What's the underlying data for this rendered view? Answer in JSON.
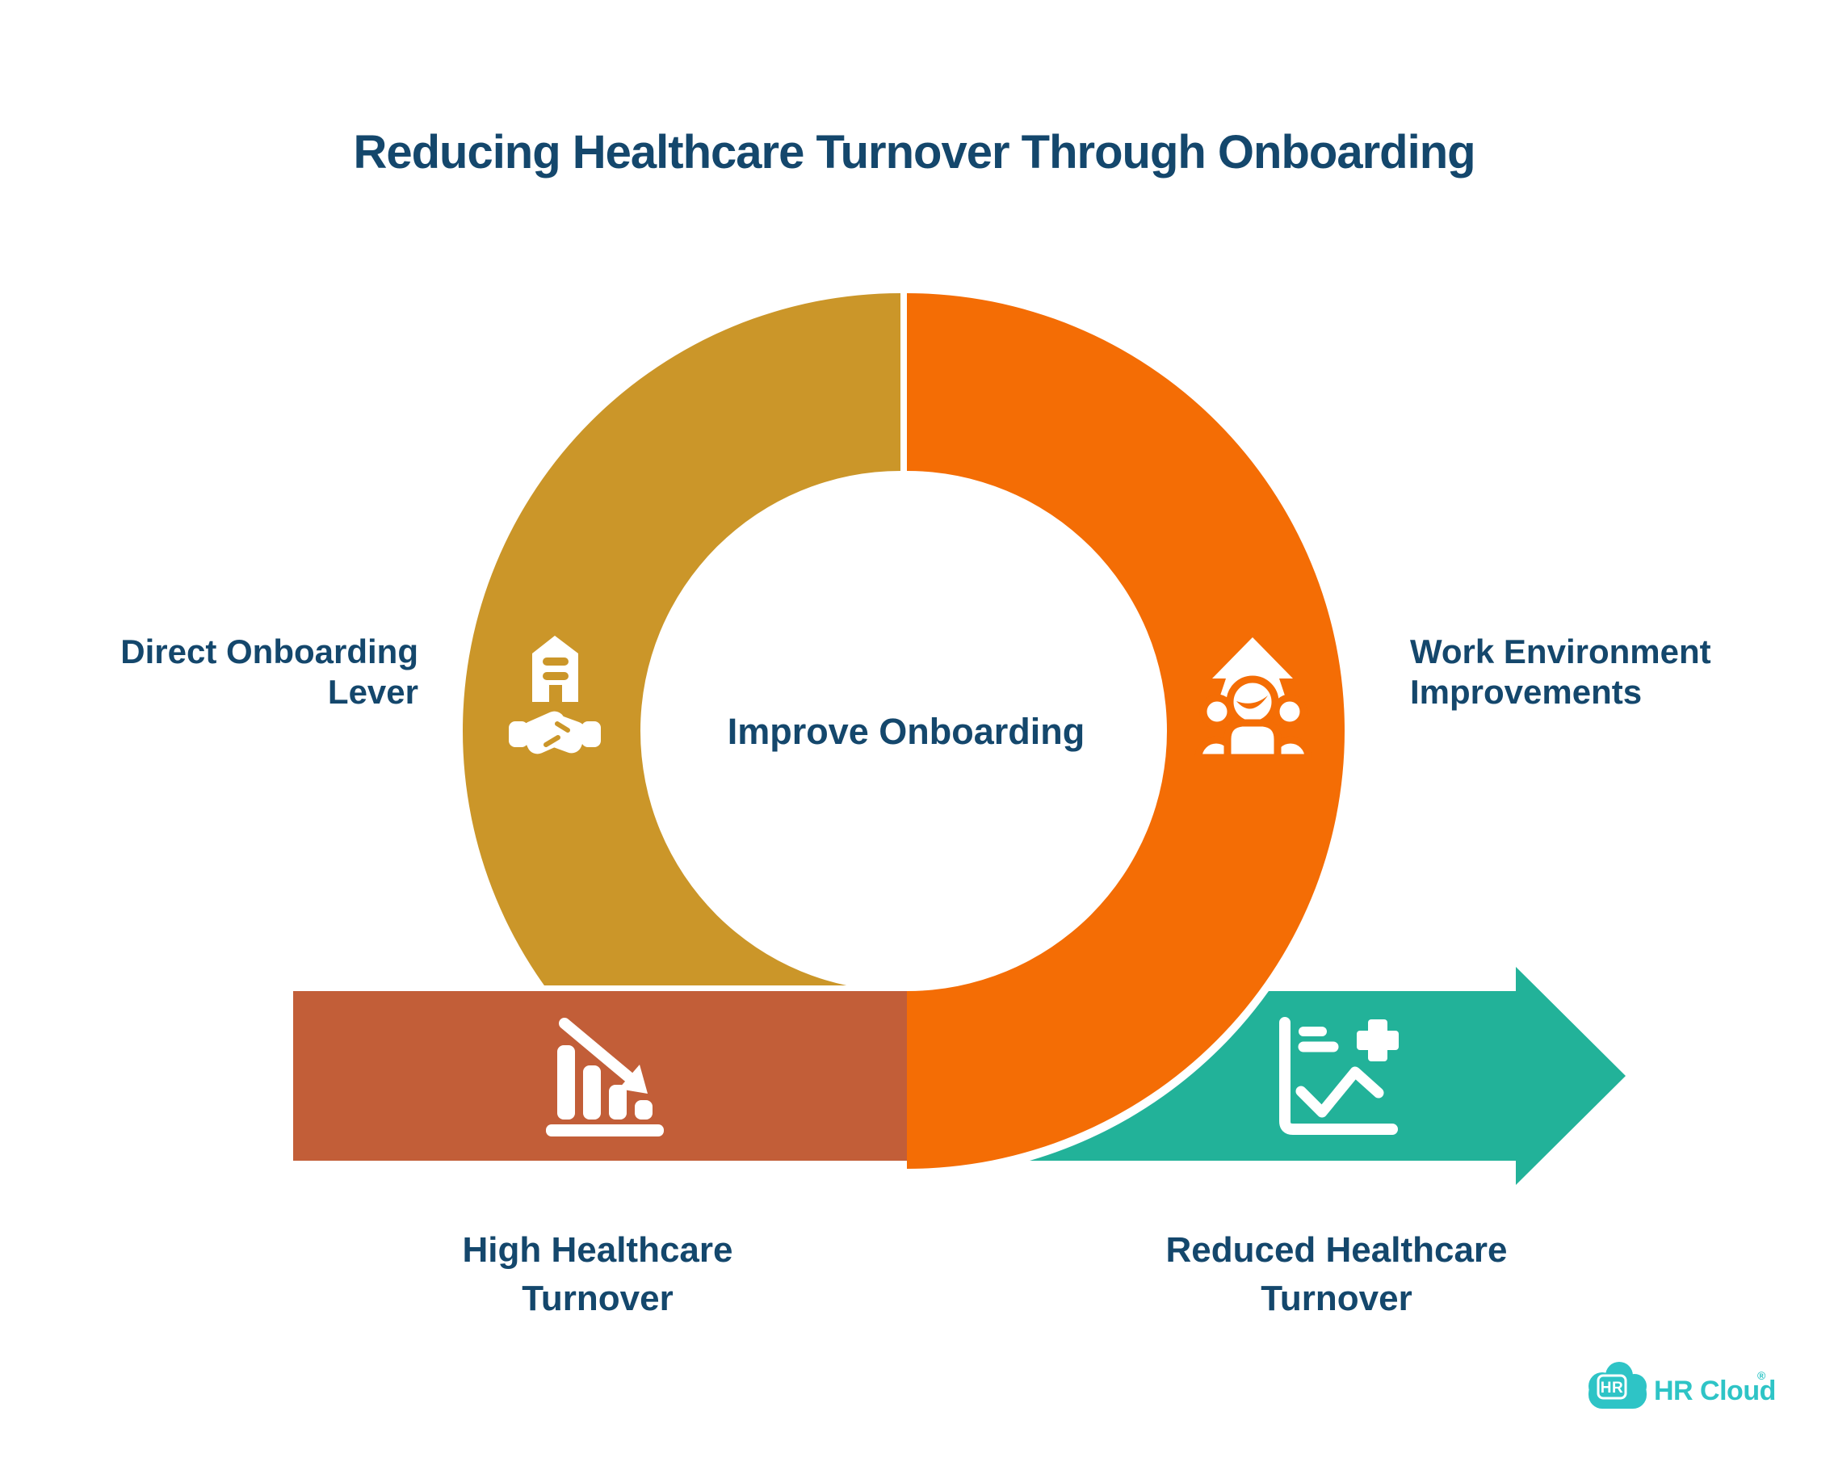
{
  "title": "Reducing Healthcare Turnover Through Onboarding",
  "ring": {
    "center_label": "Improve Onboarding"
  },
  "labels": {
    "direct_onboarding": {
      "line1": "Direct Onboarding",
      "line2": "Lever"
    },
    "work_environment": {
      "line1": "Work Environment",
      "line2": "Improvements"
    },
    "high_turnover": {
      "line1": "High Healthcare",
      "line2": "Turnover"
    },
    "reduced_turnover": {
      "line1": "Reduced Healthcare",
      "line2": "Turnover"
    }
  },
  "icons": {
    "direct_onboarding": "company-handshake-icon",
    "work_environment": "team-growth-arrow-icon",
    "high_turnover": "declining-bar-chart-icon",
    "reduced_turnover": "health-metrics-chart-icon"
  },
  "logo": {
    "badge": "HR",
    "name": "HR Cloud",
    "registered": "®"
  },
  "colors": {
    "gold": "#CB9629",
    "orange": "#F46D05",
    "rust": "#C25E38",
    "teal": "#22B299",
    "logo_teal": "#2EC4C6",
    "navy": "#14476C"
  }
}
